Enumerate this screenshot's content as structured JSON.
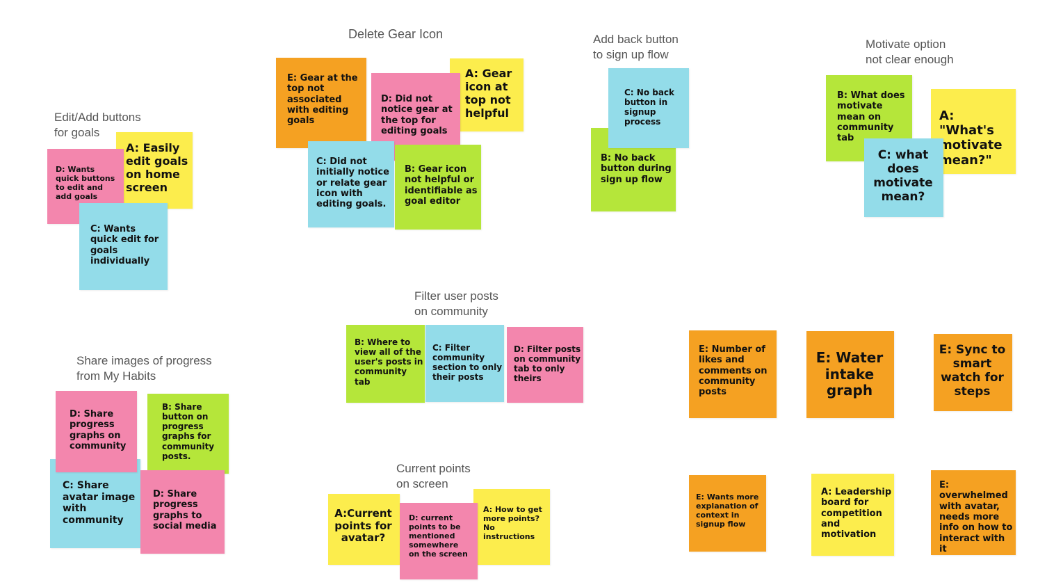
{
  "colors": {
    "pink": "#f386ad",
    "yellow": "#fced4d",
    "blue": "#93dce9",
    "green": "#b5e63a",
    "orange": "#f5a122",
    "heading_text": "#555555"
  },
  "groups": {
    "edit_add": {
      "heading": "Edit/Add buttons\nfor goals",
      "notes": [
        "A: Easily\nedit goals\non home\nscreen",
        "D: Wants\nquick buttons\nto edit and\nadd goals",
        "C: Wants\nquick edit for\ngoals\nindividually"
      ]
    },
    "delete_gear": {
      "heading": "Delete Gear Icon",
      "notes": [
        "E: Gear at the\ntop not\nassociated\nwith editing\ngoals",
        "A: Gear\nicon at\ntop not\nhelpful",
        "D: Did not\nnotice gear at\nthe top for\nediting goals",
        "C: Did not\ninitially notice\nor relate gear\nicon with\nediting goals.",
        "B: Gear icon\nnot helpful or\nidentifiable as\ngoal editor"
      ]
    },
    "back_button": {
      "heading": "Add back button\nto sign up flow",
      "notes": [
        "B: No back\nbutton during\nsign up flow",
        "C: No back\nbutton in\nsignup\nprocess"
      ]
    },
    "motivate": {
      "heading": "Motivate option\nnot clear enough",
      "notes": [
        "B: What does\nmotivate\nmean on\ncommunity\ntab",
        "A: \"What's\nmotivate\nmean?\"",
        "C: what\ndoes\nmotivate\nmean?"
      ]
    },
    "filter": {
      "heading": "Filter user posts\non community",
      "notes": [
        "B: Where to\nview all of the\nuser's posts in\ncommunity\ntab",
        "C: Filter\ncommunity\nsection to only\ntheir posts",
        "D: Filter posts\non community\ntab to only\ntheirs"
      ]
    },
    "share": {
      "heading": "Share images of progress\nfrom My Habits",
      "notes": [
        "B: Share\nbutton on\nprogress\ngraphs for\ncommunity\nposts.",
        "C: Share\navatar image\nwith\ncommunity",
        "D: Share\nprogress\ngraphs on\ncommunity",
        "D: Share\nprogress\ngraphs to\nsocial media"
      ]
    },
    "points": {
      "heading": "Current points\non screen",
      "notes": [
        "A:Current\npoints for\navatar?",
        "A: How to get\nmore points?\nNo\ninstructions",
        "D: current\npoints to be\nmentioned\nsomewhere\non the screen"
      ]
    },
    "misc": {
      "notes": [
        "E: Number of\nlikes and\ncomments on\ncommunity\nposts",
        "E: Water\nintake\ngraph",
        "E: Sync to\nsmart\nwatch for\nsteps",
        "E: Wants more\nexplanation of\ncontext in\nsignup flow",
        "A: Leadership\nboard for\ncompetition\nand\nmotivation",
        "E:\noverwhelmed\nwith avatar,\nneeds more\ninfo on how to\ninteract with it"
      ]
    }
  }
}
